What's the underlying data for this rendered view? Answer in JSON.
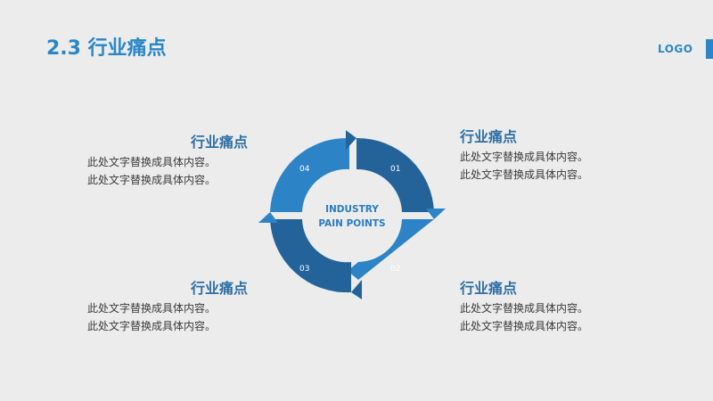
{
  "header": {
    "title": "2.3 行业痛点",
    "logo": "LOGO"
  },
  "colors": {
    "accent": "#2a86c8",
    "segment_light": "#2c83c6",
    "segment_dark": "#23639a",
    "title_dark": "#2e6fa6"
  },
  "cycle": {
    "center_line1": "INDUSTRY",
    "center_line2": "PAIN POINTS",
    "segments": [
      {
        "number": "01"
      },
      {
        "number": "02"
      },
      {
        "number": "03"
      },
      {
        "number": "04"
      }
    ]
  },
  "points": [
    {
      "title": "行业痛点",
      "line1": "此处文字替换成具体内容。",
      "line2": "此处文字替换成具体内容。"
    },
    {
      "title": "行业痛点",
      "line1": "此处文字替换成具体内容。",
      "line2": "此处文字替换成具体内容。"
    },
    {
      "title": "行业痛点",
      "line1": "此处文字替换成具体内容。",
      "line2": "此处文字替换成具体内容。"
    },
    {
      "title": "行业痛点",
      "line1": "此处文字替换成具体内容。",
      "line2": "此处文字替换成具体内容。"
    }
  ]
}
